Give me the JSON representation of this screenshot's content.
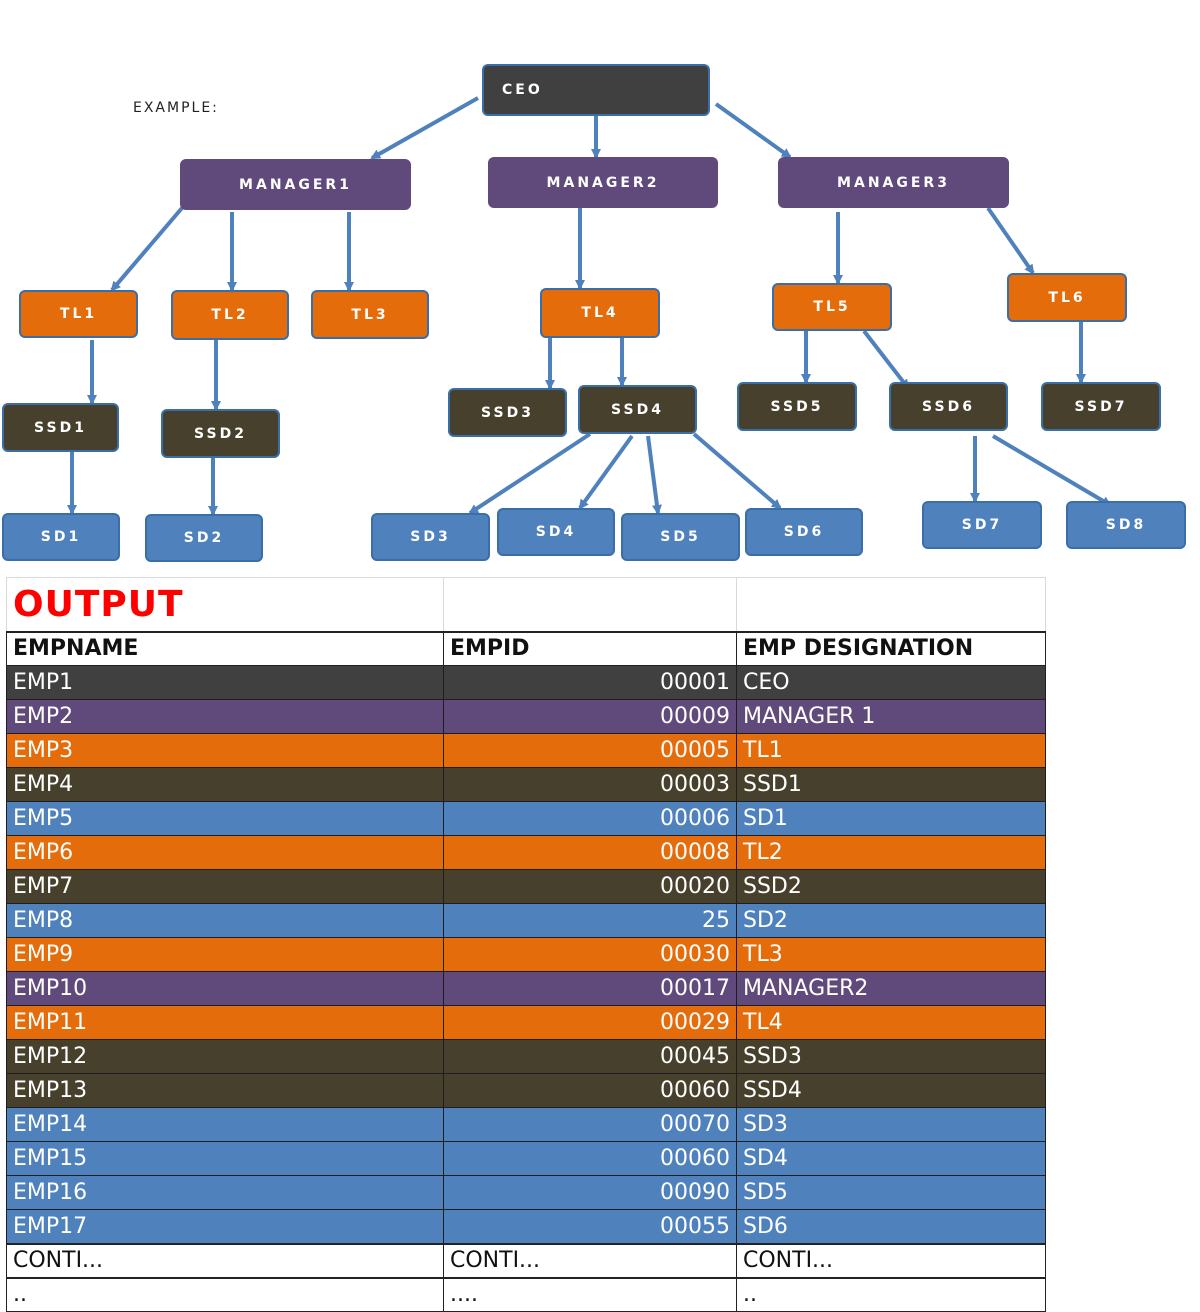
{
  "diagram": {
    "example_label": "EXAMPLE:",
    "nodes": [
      {
        "id": "ceo",
        "label": "CEO"
      },
      {
        "id": "manager1",
        "label": "MANAGER1"
      },
      {
        "id": "manager2",
        "label": "MANAGER2"
      },
      {
        "id": "manager3",
        "label": "MANAGER3"
      },
      {
        "id": "tl1",
        "label": "TL1"
      },
      {
        "id": "tl2",
        "label": "TL2"
      },
      {
        "id": "tl3",
        "label": "TL3"
      },
      {
        "id": "tl4",
        "label": "TL4"
      },
      {
        "id": "tl5",
        "label": "TL5"
      },
      {
        "id": "tl6",
        "label": "TL6"
      },
      {
        "id": "ssd1",
        "label": "SSD1"
      },
      {
        "id": "ssd2",
        "label": "SSD2"
      },
      {
        "id": "ssd3",
        "label": "SSD3"
      },
      {
        "id": "ssd4",
        "label": "SSD4"
      },
      {
        "id": "ssd5",
        "label": "SSD5"
      },
      {
        "id": "ssd6",
        "label": "SSD6"
      },
      {
        "id": "ssd7",
        "label": "SSD7"
      },
      {
        "id": "sd1",
        "label": "SD1"
      },
      {
        "id": "sd2",
        "label": "SD2"
      },
      {
        "id": "sd3",
        "label": "SD3"
      },
      {
        "id": "sd4",
        "label": "SD4"
      },
      {
        "id": "sd5",
        "label": "SD5"
      },
      {
        "id": "sd6",
        "label": "SD6"
      },
      {
        "id": "sd7",
        "label": "SD7"
      },
      {
        "id": "sd8",
        "label": "SD8"
      }
    ],
    "edges": [
      [
        "ceo",
        "manager1"
      ],
      [
        "ceo",
        "manager2"
      ],
      [
        "ceo",
        "manager3"
      ],
      [
        "manager1",
        "tl1"
      ],
      [
        "manager1",
        "tl2"
      ],
      [
        "manager1",
        "tl3"
      ],
      [
        "manager2",
        "tl4"
      ],
      [
        "manager3",
        "tl5"
      ],
      [
        "manager3",
        "tl6"
      ],
      [
        "tl1",
        "ssd1"
      ],
      [
        "tl2",
        "ssd2"
      ],
      [
        "tl4",
        "ssd3"
      ],
      [
        "tl4",
        "ssd4"
      ],
      [
        "tl5",
        "ssd5"
      ],
      [
        "tl5",
        "ssd6"
      ],
      [
        "tl6",
        "ssd7"
      ],
      [
        "ssd1",
        "sd1"
      ],
      [
        "ssd2",
        "sd2"
      ],
      [
        "ssd4",
        "sd3"
      ],
      [
        "ssd4",
        "sd4"
      ],
      [
        "ssd4",
        "sd5"
      ],
      [
        "ssd4",
        "sd6"
      ],
      [
        "ssd6",
        "sd7"
      ],
      [
        "ssd6",
        "sd8"
      ]
    ],
    "colors": {
      "ceo": "#404040",
      "manager": "#604a7b",
      "tl": "#e46c0a",
      "ssd": "#47402c",
      "sd": "#4f81bd",
      "arrow": "#4f81bd"
    }
  },
  "output": {
    "title": "OUTPUT",
    "headers": [
      "EMPNAME",
      "EMPID",
      "EMP DESIGNATION"
    ],
    "rows": [
      {
        "name": "EMP1",
        "id": "00001",
        "designation": "CEO"
      },
      {
        "name": "EMP2",
        "id": "00009",
        "designation": "MANAGER 1"
      },
      {
        "name": "EMP3",
        "id": "00005",
        "designation": "TL1"
      },
      {
        "name": "EMP4",
        "id": "00003",
        "designation": "SSD1"
      },
      {
        "name": "EMP5",
        "id": "00006",
        "designation": "SD1"
      },
      {
        "name": "EMP6",
        "id": "00008",
        "designation": "TL2"
      },
      {
        "name": "EMP7",
        "id": "00020",
        "designation": "SSD2"
      },
      {
        "name": "EMP8",
        "id": "25",
        "designation": "SD2"
      },
      {
        "name": "EMP9",
        "id": "00030",
        "designation": "TL3"
      },
      {
        "name": "EMP10",
        "id": "00017",
        "designation": "MANAGER2"
      },
      {
        "name": "EMP11",
        "id": "00029",
        "designation": "TL4"
      },
      {
        "name": "EMP12",
        "id": "00045",
        "designation": "SSD3"
      },
      {
        "name": "EMP13",
        "id": "00060",
        "designation": "SSD4"
      },
      {
        "name": "EMP14",
        "id": "00070",
        "designation": "SD3"
      },
      {
        "name": "EMP15",
        "id": "00060",
        "designation": "SD4"
      },
      {
        "name": "EMP16",
        "id": "00090",
        "designation": "SD5"
      },
      {
        "name": "EMP17",
        "id": "00055",
        "designation": "SD6"
      }
    ],
    "continuation": [
      "CONTI...",
      "CONTI...",
      "CONTI..."
    ],
    "trailing": [
      "..",
      "....",
      ".."
    ]
  }
}
